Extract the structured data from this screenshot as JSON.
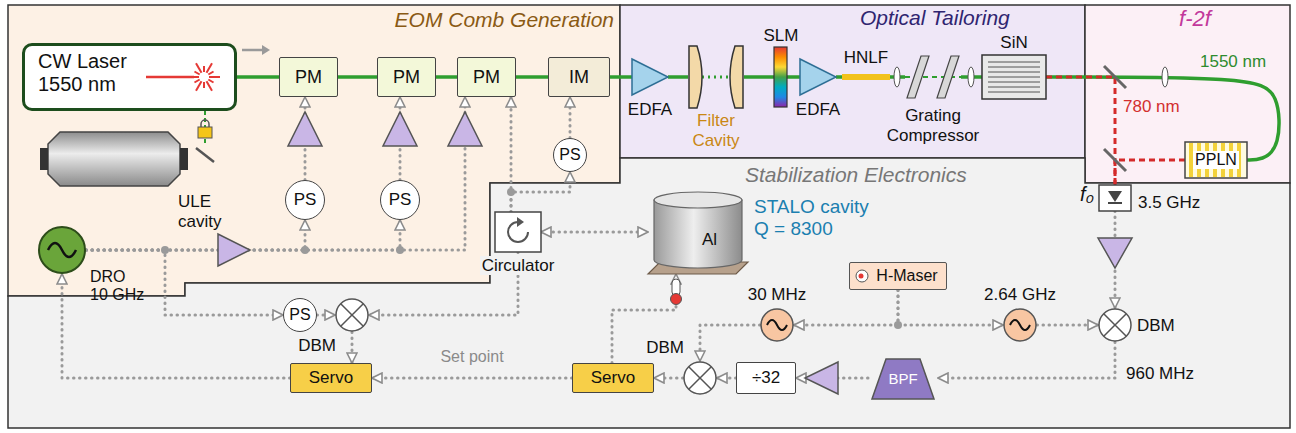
{
  "diagram": {
    "nodes": [
      {
        "text": [
          "EOM Comb Generation"
        ]
      },
      {
        "text": [
          "CW Laser 1550 nm"
        ],
        "in": 0
      },
      {
        "text": [
          "PM"
        ],
        "in": 0
      },
      {
        "text": [
          "PM"
        ],
        "in": 0
      },
      {
        "text": [
          "PM"
        ],
        "in": 0
      },
      {
        "text": [
          "IM"
        ],
        "in": 0
      },
      {
        "text": [
          "PS"
        ],
        "in": 0
      },
      {
        "text": [
          "PS"
        ],
        "in": 0
      },
      {
        "text": [
          "PS"
        ],
        "in": 0
      },
      {
        "text": [
          "ULE cavity"
        ],
        "in": 0
      },
      {
        "text": [
          "DRO 10 GHz"
        ],
        "in": 0
      },
      {
        "text": [
          "Optical Tailoring"
        ]
      },
      {
        "text": [
          "EDFA"
        ],
        "in": 11
      },
      {
        "text": [
          "Filter Cavity"
        ],
        "in": 11
      },
      {
        "text": [
          "SLM"
        ],
        "in": 11
      },
      {
        "text": [
          "EDFA"
        ],
        "in": 11
      },
      {
        "text": [
          "HNLF"
        ],
        "in": 11
      },
      {
        "text": [
          "Grating Compressor"
        ],
        "in": 11
      },
      {
        "text": [
          "SiN"
        ],
        "in": 11
      },
      {
        "text": [
          "f-2f"
        ]
      },
      {
        "text": [
          "PPLN"
        ],
        "in": 19
      },
      {
        "text": [
          "Stabilization Electronics"
        ]
      },
      {
        "text": [
          "Circulator"
        ],
        "in": 21
      },
      {
        "text": [
          "STALO cavity Q = 8300",
          "Al"
        ],
        "in": 21
      },
      {
        "text": [
          "H-Maser"
        ],
        "in": 21
      },
      {
        "text": [
          "30 MHz"
        ],
        "in": 21
      },
      {
        "text": [
          "2.64 GHz"
        ],
        "in": 21
      },
      {
        "text": [
          "f₀",
          "3.5 GHz"
        ],
        "in": 21
      },
      {
        "text": [
          "DBM"
        ],
        "in": 21
      },
      {
        "text": [
          "BPF"
        ],
        "in": 21
      },
      {
        "text": [
          "÷32"
        ],
        "in": 21
      },
      {
        "text": [
          "DBM"
        ],
        "in": 21
      },
      {
        "text": [
          "Servo"
        ],
        "in": 21
      },
      {
        "text": [
          "Servo"
        ],
        "in": 21
      },
      {
        "text": [
          "DBM"
        ],
        "in": 21
      },
      {
        "text": [
          "PS"
        ],
        "in": 21
      }
    ],
    "edges": [
      {
        "from": 1,
        "to": 2,
        "arrow": "none"
      },
      {
        "from": 2,
        "to": 3,
        "arrow": "none"
      },
      {
        "from": 3,
        "to": 4,
        "arrow": "none"
      },
      {
        "from": 4,
        "to": 5,
        "arrow": "none"
      },
      {
        "from": 5,
        "to": 12,
        "arrow": "none"
      },
      {
        "from": 12,
        "to": 13,
        "arrow": "none"
      },
      {
        "from": 13,
        "to": 14,
        "arrow": "none"
      },
      {
        "from": 14,
        "to": 15,
        "arrow": "none"
      },
      {
        "from": 15,
        "to": 16,
        "arrow": "none"
      },
      {
        "from": 16,
        "to": 17,
        "arrow": "none"
      },
      {
        "from": 17,
        "to": 18,
        "arrow": "none"
      },
      {
        "from": 18,
        "to": 20,
        "arrow": "none"
      },
      {
        "from": 18,
        "to": 27,
        "arrow": "none"
      },
      {
        "from": 20,
        "to": 27,
        "arrow": "none"
      },
      {
        "from": 10,
        "to": 6,
        "arrow": "to"
      },
      {
        "from": 10,
        "to": 7,
        "arrow": "to"
      },
      {
        "from": 10,
        "to": 4,
        "arrow": "to"
      },
      {
        "from": 6,
        "to": 2,
        "arrow": "to"
      },
      {
        "from": 7,
        "to": 3,
        "arrow": "to"
      },
      {
        "from": 22,
        "to": 4,
        "arrow": "to"
      },
      {
        "from": 22,
        "to": 8,
        "arrow": "to"
      },
      {
        "from": 8,
        "to": 5,
        "arrow": "to"
      },
      {
        "from": 22,
        "to": 23,
        "arrow": "both"
      },
      {
        "from": 10,
        "to": 35,
        "arrow": "to"
      },
      {
        "from": 35,
        "to": 34,
        "arrow": "to"
      },
      {
        "from": 22,
        "to": 34,
        "arrow": "to"
      },
      {
        "from": 34,
        "to": 33,
        "arrow": "to"
      },
      {
        "from": 33,
        "to": 10,
        "arrow": "to"
      },
      {
        "from": 32,
        "to": 33,
        "arrow": "to",
        "label": "Set point"
      },
      {
        "from": 31,
        "to": 32,
        "arrow": "to"
      },
      {
        "from": 32,
        "to": 23,
        "arrow": "to"
      },
      {
        "from": 25,
        "to": 31,
        "arrow": "to"
      },
      {
        "from": 24,
        "to": 25,
        "arrow": "to"
      },
      {
        "from": 24,
        "to": 26,
        "arrow": "to"
      },
      {
        "from": 26,
        "to": 28,
        "arrow": "to"
      },
      {
        "from": 27,
        "to": 28,
        "arrow": "to"
      },
      {
        "from": 28,
        "to": 29,
        "arrow": "to"
      },
      {
        "from": 29,
        "to": 30,
        "arrow": "to"
      },
      {
        "from": 30,
        "to": 31,
        "arrow": "to"
      }
    ],
    "labels": [
      "1550 nm",
      "780 nm",
      "960 MHz"
    ]
  }
}
